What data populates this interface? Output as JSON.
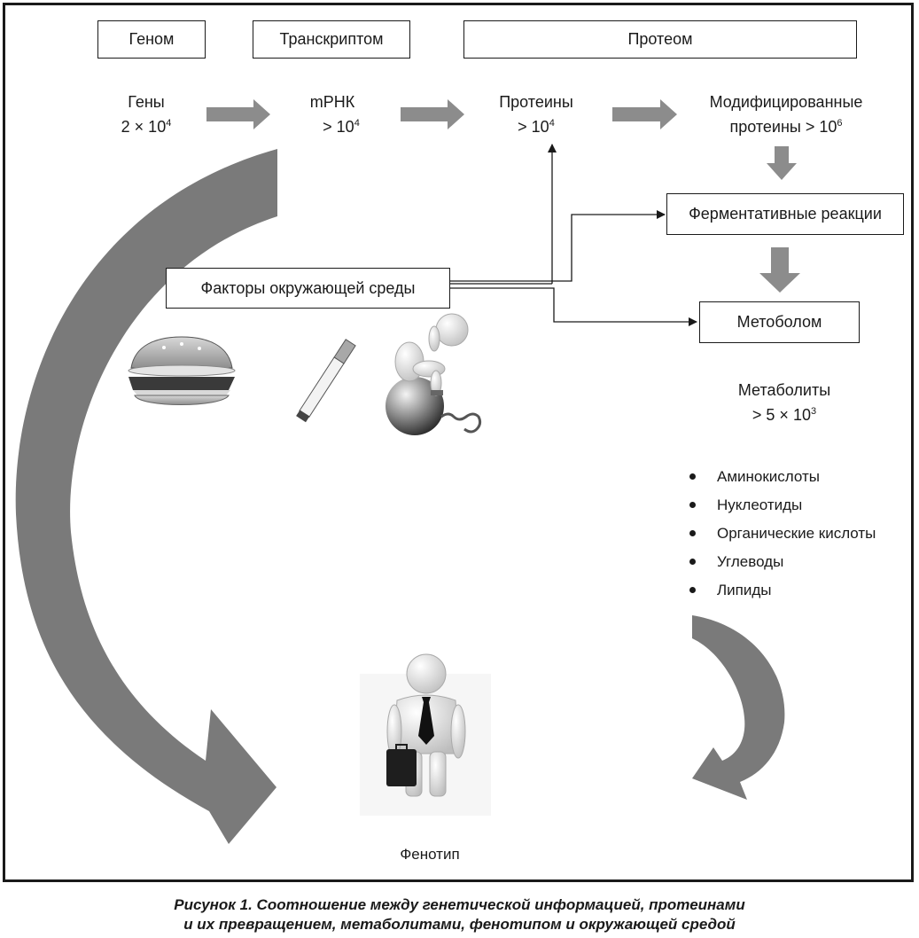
{
  "headers": {
    "genome": "Геном",
    "transcriptome": "Транскриптом",
    "proteome": "Протеом"
  },
  "flow": {
    "genes": {
      "name": "Гены",
      "count_pre": "2 × 10",
      "count_exp": "4"
    },
    "mrna": {
      "name": "mРНК",
      "count_pre": "> 10",
      "count_exp": "4"
    },
    "proteins": {
      "name": "Протеины",
      "count_pre": "> 10",
      "count_exp": "4"
    },
    "modified": {
      "name": "Модифицированные",
      "line2_pre": "протеины > 10",
      "line2_exp": "6"
    }
  },
  "boxes": {
    "enzymatic": "Ферментативные реакции",
    "environment": "Факторы окружающей среды",
    "metabolome": "Метоболом"
  },
  "metabolites": {
    "name": "Метаболиты",
    "count_pre": "> 5 × 10",
    "count_exp": "3",
    "items": [
      "Аминокислоты",
      "Нуклеотиды",
      "Органические кислоты",
      "Углеводы",
      "Липиды"
    ]
  },
  "icons": {
    "burger": "hamburger-icon",
    "cigarette": "cigarette-icon",
    "chained_figure": "chained-person-icon",
    "businessman": "businessman-icon"
  },
  "phenotype": "Фенотип",
  "caption": {
    "line1": "Рисунок 1. Соотношение между генетической информацией, протеинами",
    "line2": "и их превращением, метаболитами, фенотипом и окружающей средой"
  },
  "colors": {
    "arrow_gray": "#8c8c8c",
    "big_arrow": "#7a7a7a",
    "ink": "#1a1a1a"
  }
}
